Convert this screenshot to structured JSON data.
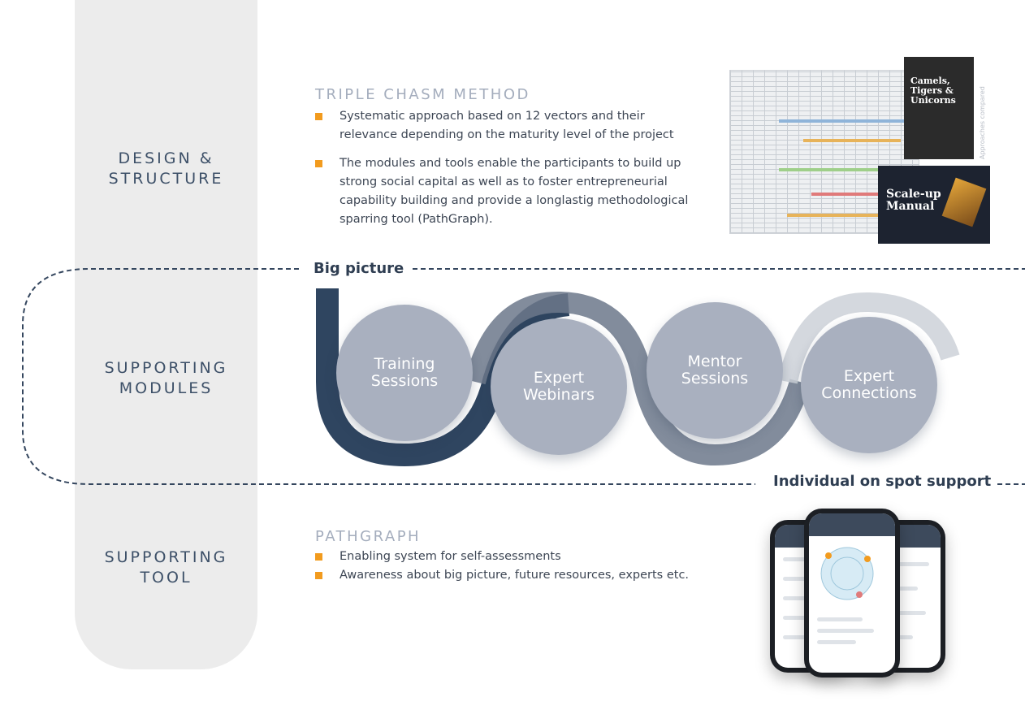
{
  "sections": {
    "design": "DESIGN &\nSTRUCTURE",
    "modules": "SUPPORTING\nMODULES",
    "tool": "SUPPORTING\nTOOL"
  },
  "triple_chasm": {
    "heading": "TRIPLE CHASM METHOD",
    "bullets": [
      "Systematic approach based on 12 vectors and their relevance depending on the maturity level of the project",
      "The modules and tools enable the participants to build up strong social capital as well as to foster entrepreneurial capability building and provide a longlastig methodological sparring tool (PathGraph)."
    ]
  },
  "books": {
    "book1_title": "Camels, Tigers & Unicorns",
    "book2_title": "Scale-up Manual",
    "side_note": "Approaches compared"
  },
  "captions": {
    "top": "Big picture",
    "bottom": "Individual on spot support"
  },
  "modules": [
    "Training Sessions",
    "Expert Webinars",
    "Mentor Sessions",
    "Expert Connections"
  ],
  "pathgraph": {
    "heading": "PATHGRAPH",
    "bullets": [
      "Enabling system for self-assessments",
      "Awareness about big picture, future resources, experts etc."
    ]
  },
  "colors": {
    "accent": "#f29b1e",
    "navy": "#2f4560",
    "circle": "#a9b0bf"
  }
}
